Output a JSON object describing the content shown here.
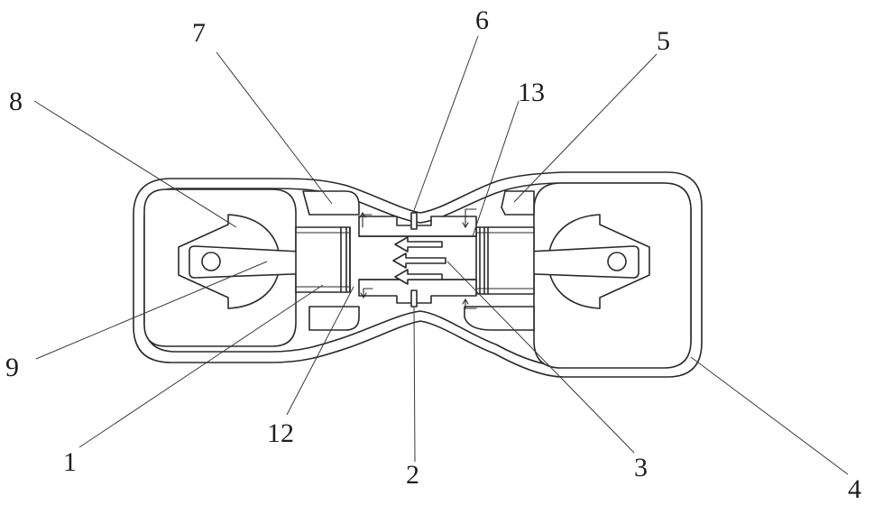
{
  "labels": {
    "l1": "1",
    "l2": "2",
    "l3": "3",
    "l4": "4",
    "l5": "5",
    "l6": "6",
    "l7": "7",
    "l8": "8",
    "l9": "9",
    "l12": "12",
    "l13": "13"
  }
}
